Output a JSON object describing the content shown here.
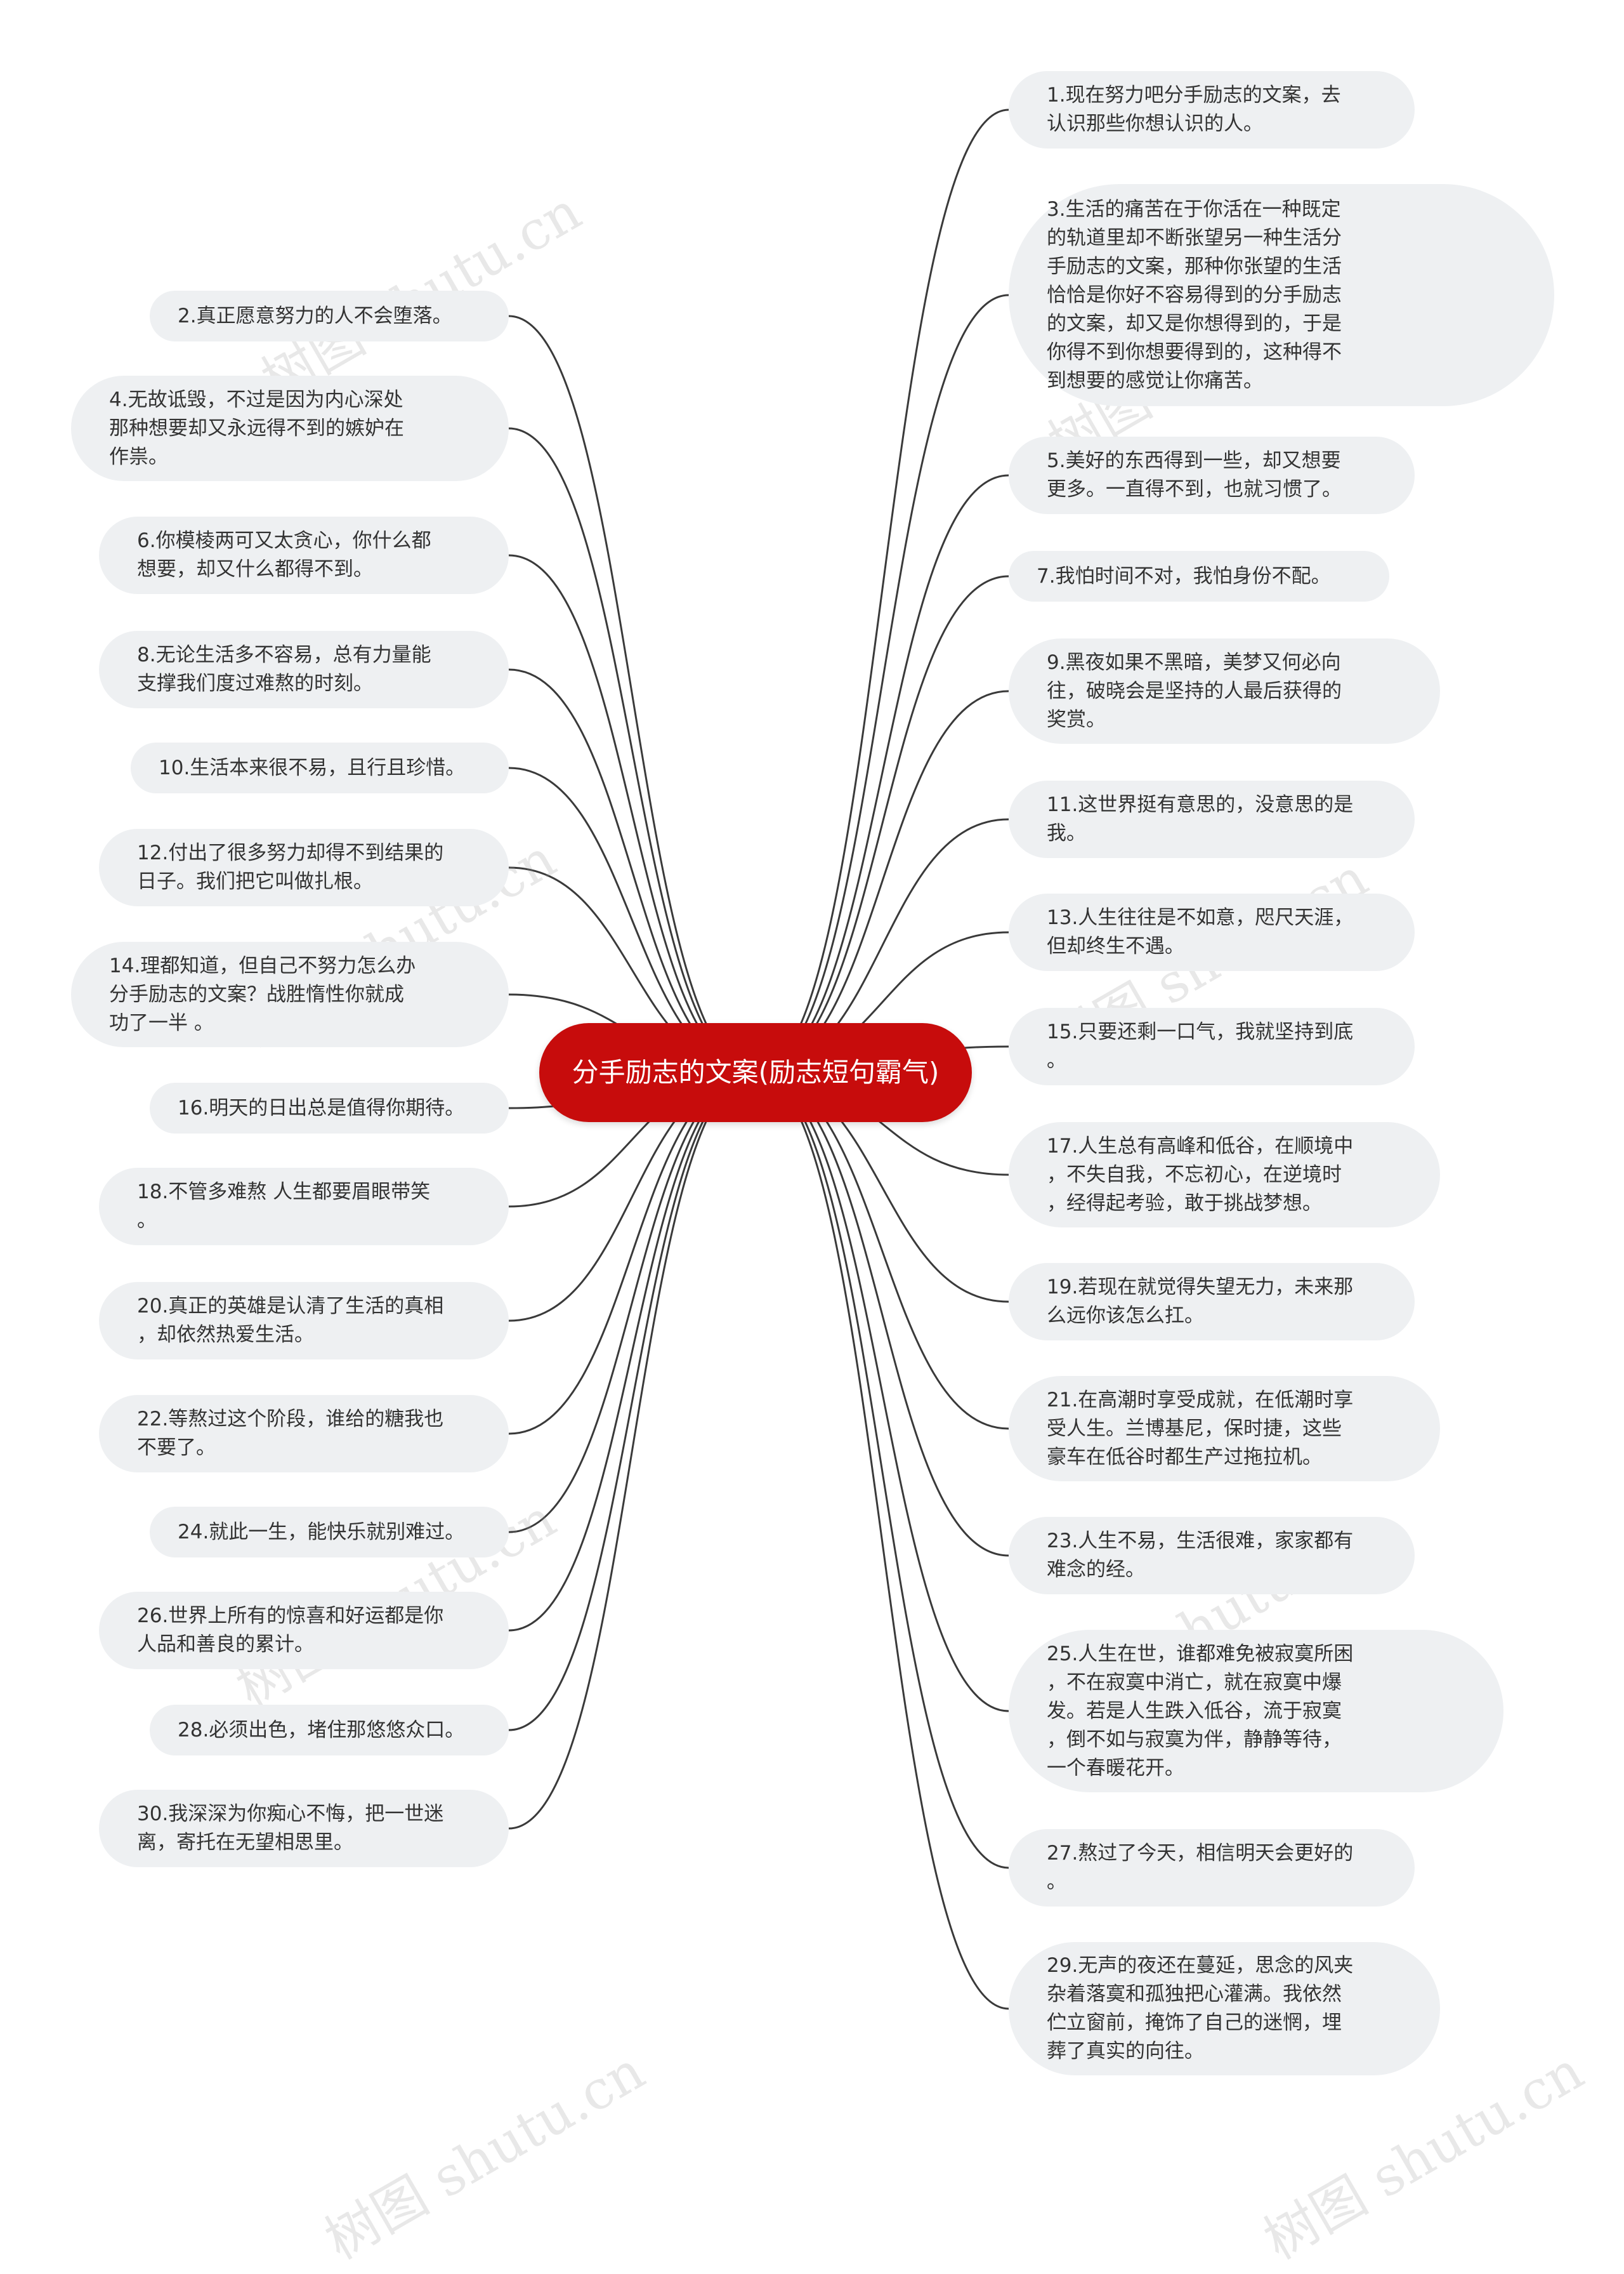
{
  "central": "分手励志的文案(励志短句霸气)",
  "watermark": "树图 shutu.cn",
  "colors": {
    "root_bg": "#c70c0c",
    "node_bg": "#eef0f2",
    "line": "#3a3a3a"
  },
  "right_nodes": [
    {
      "text": "1.现在努力吧分手励志的文案，去\n认识那些你想认识的人。"
    },
    {
      "text": "3.生活的痛苦在于你活在一种既定\n的轨道里却不断张望另一种生活分\n手励志的文案，那种你张望的生活\n恰恰是你好不容易得到的分手励志\n的文案，却又是你想得到的，于是\n你得不到你想要得到的，这种得不\n到想要的感觉让你痛苦。"
    },
    {
      "text": "5.美好的东西得到一些，却又想要\n更多。一直得不到，也就习惯了。"
    },
    {
      "text": "7.我怕时间不对，我怕身份不配。"
    },
    {
      "text": "9.黑夜如果不黑暗，美梦又何必向\n往，破晓会是坚持的人最后获得的\n奖赏。"
    },
    {
      "text": "11.这世界挺有意思的，没意思的是\n我。"
    },
    {
      "text": "13.人生往往是不如意，咫尺天涯，\n但却终生不遇。"
    },
    {
      "text": "15.只要还剩一口气，我就坚持到底\n。"
    },
    {
      "text": "17.人生总有高峰和低谷，在顺境中\n，不失自我，不忘初心，在逆境时\n，经得起考验，敢于挑战梦想。"
    },
    {
      "text": "19.若现在就觉得失望无力，未来那\n么远你该怎么扛。"
    },
    {
      "text": "21.在高潮时享受成就，在低潮时享\n受人生。兰博基尼，保时捷，这些\n豪车在低谷时都生产过拖拉机。"
    },
    {
      "text": "23.人生不易，生活很难，家家都有\n难念的经。"
    },
    {
      "text": "25.人生在世，谁都难免被寂寞所困\n，不在寂寞中消亡，就在寂寞中爆\n发。若是人生跌入低谷，流于寂寞\n，倒不如与寂寞为伴，静静等待，\n一个春暖花开。"
    },
    {
      "text": "27.熬过了今天，相信明天会更好的\n。"
    },
    {
      "text": "29.无声的夜还在蔓延，思念的风夹\n杂着落寞和孤独把心灌满。我依然\n伫立窗前，掩饰了自己的迷惘，埋\n葬了真实的向往。"
    }
  ],
  "left_nodes": [
    {
      "text": "2.真正愿意努力的人不会堕落。"
    },
    {
      "text": "4.无故诋毁，不过是因为内心深处\n那种想要却又永远得不到的嫉妒在\n作祟。"
    },
    {
      "text": "6.你模棱两可又太贪心，你什么都\n想要，却又什么都得不到。"
    },
    {
      "text": "8.无论生活多不容易，总有力量能\n支撑我们度过难熬的时刻。"
    },
    {
      "text": "10.生活本来很不易，且行且珍惜。"
    },
    {
      "text": "12.付出了很多努力却得不到结果的\n日子。我们把它叫做扎根。"
    },
    {
      "text": "14.理都知道，但自己不努力怎么办\n分手励志的文案？战胜惰性你就成\n功了一半 。"
    },
    {
      "text": "16.明天的日出总是值得你期待。"
    },
    {
      "text": "18.不管多难熬 人生都要眉眼带笑\n。"
    },
    {
      "text": "20.真正的英雄是认清了生活的真相\n，却依然热爱生活。"
    },
    {
      "text": "22.等熬过这个阶段，谁给的糖我也\n不要了。"
    },
    {
      "text": "24.就此一生，能快乐就别难过。"
    },
    {
      "text": "26.世界上所有的惊喜和好运都是你\n人品和善良的累计。"
    },
    {
      "text": "28.必须出色，堵住那悠悠众口。"
    },
    {
      "text": "30.我深深为你痴心不悔，把一世迷\n离，寄托在无望相思里。"
    }
  ]
}
